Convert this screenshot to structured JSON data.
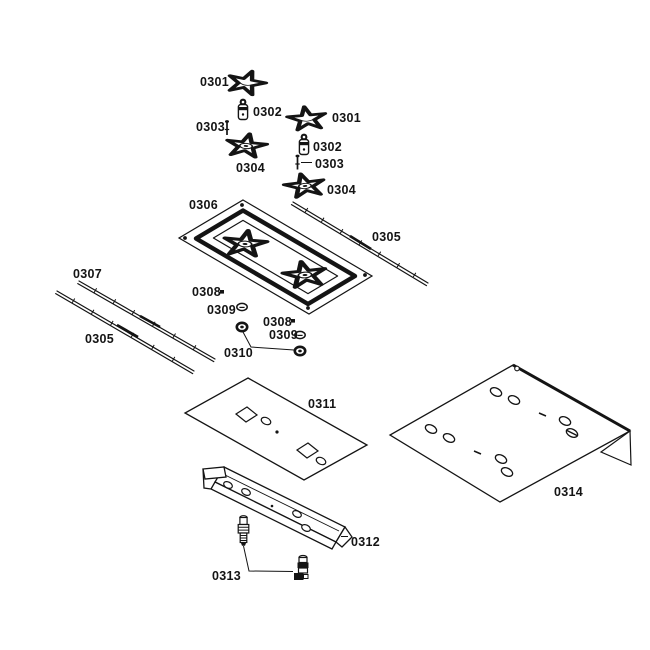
{
  "diagram": {
    "type": "exploded-parts-diagram",
    "colors": {
      "background": "#ffffff",
      "ink": "#141414"
    },
    "labels": [
      {
        "id": "0301-a",
        "text": "0301"
      },
      {
        "id": "0302-a",
        "text": "0302"
      },
      {
        "id": "0303-a",
        "text": "0303"
      },
      {
        "id": "0304-a",
        "text": "0304"
      },
      {
        "id": "0301-b",
        "text": "0301"
      },
      {
        "id": "0302-b",
        "text": "0302"
      },
      {
        "id": "0303-b",
        "text": "0303"
      },
      {
        "id": "0304-b",
        "text": "0304"
      },
      {
        "id": "0306",
        "text": "0306"
      },
      {
        "id": "0305-right",
        "text": "0305"
      },
      {
        "id": "0307",
        "text": "0307"
      },
      {
        "id": "0308-a",
        "text": "0308"
      },
      {
        "id": "0309-a",
        "text": "0309"
      },
      {
        "id": "0305-left",
        "text": "0305"
      },
      {
        "id": "0308-b",
        "text": "0308"
      },
      {
        "id": "0309-b",
        "text": "0309"
      },
      {
        "id": "0310",
        "text": "0310"
      },
      {
        "id": "0311",
        "text": "0311"
      },
      {
        "id": "0312",
        "text": "0312"
      },
      {
        "id": "0313",
        "text": "0313"
      },
      {
        "id": "0314",
        "text": "0314"
      }
    ]
  }
}
